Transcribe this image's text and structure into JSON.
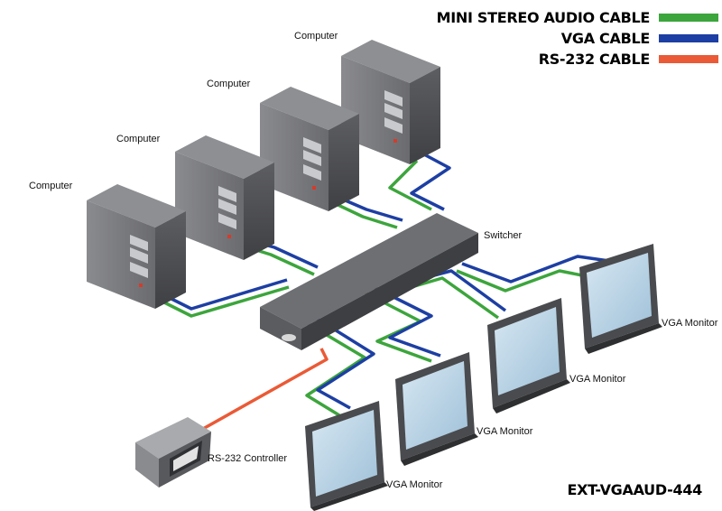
{
  "legend": [
    {
      "label": "MINI STEREO AUDIO CABLE",
      "color": "#3ca53c"
    },
    {
      "label": "VGA CABLE",
      "color": "#1d3fa3"
    },
    {
      "label": "RS-232 CABLE",
      "color": "#ea5a36"
    }
  ],
  "labels": {
    "computer": "Computer",
    "switcher": "Switcher",
    "monitor": "VGA Monitor",
    "controller": "RS-232 Controller"
  },
  "model": "EXT-VGAAUD-444",
  "colors": {
    "audio": "#3ca53c",
    "vga": "#1d3fa3",
    "rs232": "#ea5a36",
    "device_dark": "#4a4b4e",
    "device_mid": "#6f7074",
    "device_light": "#9a9b9f",
    "screen": "#bcd6e8"
  }
}
